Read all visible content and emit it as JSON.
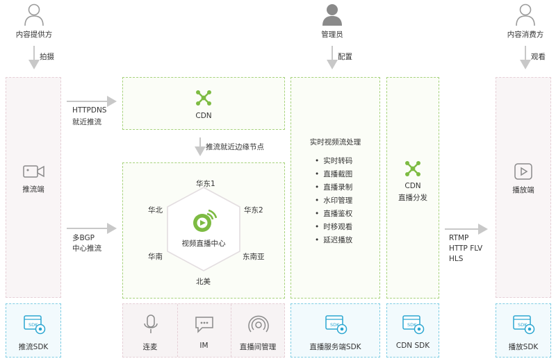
{
  "actors": {
    "provider": {
      "label": "内容提供方"
    },
    "admin": {
      "label": "管理员"
    },
    "consumer": {
      "label": "内容消费方"
    }
  },
  "edges": {
    "shoot": "拍摄",
    "config": "配置",
    "watch": "观看",
    "httpdns_1": "HTTPDNS",
    "httpdns_2": "就近推流",
    "bgp_1": "多BGP",
    "bgp_2": "中心推流",
    "edge_push": "推流就近边缘节点",
    "proto_1": "RTMP",
    "proto_2": "HTTP FLV",
    "proto_3": "HLS"
  },
  "nodes": {
    "push_client": "推流端",
    "cdn_top": "CDN",
    "center": "视频直播中心",
    "processing_title": "实时视频流处理",
    "cdn_dist_1": "CDN",
    "cdn_dist_2": "直播分发",
    "player": "播放端"
  },
  "regions": [
    "华东1",
    "华东2",
    "东南亚",
    "北美",
    "华南",
    "华北"
  ],
  "processing_items": [
    "实时转码",
    "直播截图",
    "直播录制",
    "水印管理",
    "直播鉴权",
    "时移观看",
    "延迟播放"
  ],
  "sdk": {
    "icon_text": "SDK",
    "push_sdk": "推流SDK",
    "server_sdk": "直播服务端SDK",
    "cdn_sdk": "CDN SDK",
    "player_sdk": "播放SDK"
  },
  "features": {
    "mic": "连麦",
    "im": "IM",
    "room": "直播间管理"
  },
  "colors": {
    "green": "#7dbb42",
    "blue": "#2aa6d1",
    "gray_icon": "#9b9b9b",
    "arrow": "#c8c8c8"
  }
}
